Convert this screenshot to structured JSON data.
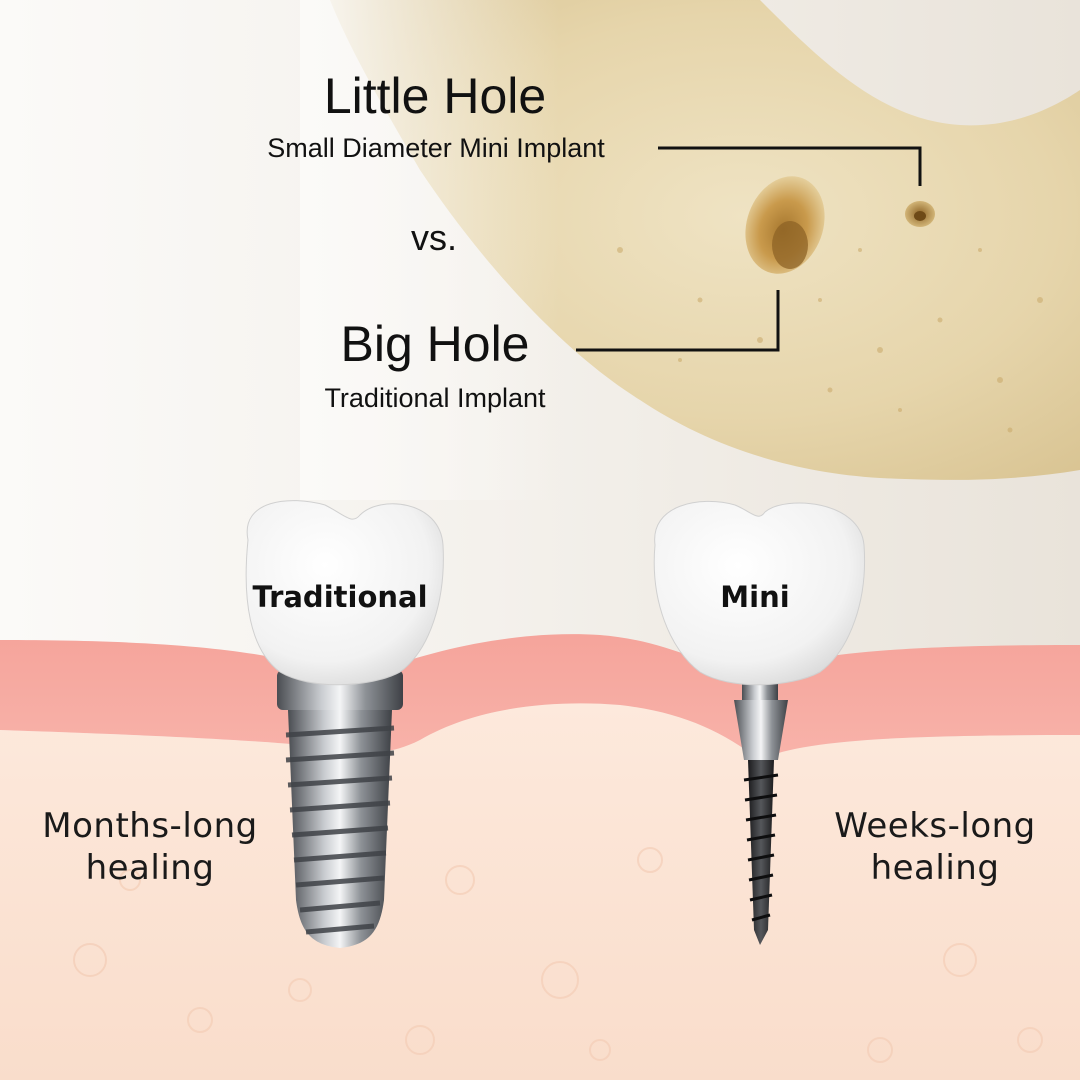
{
  "top": {
    "little_hole_title": "Little Hole",
    "little_hole_subtitle": "Small Diameter Mini Implant",
    "vs": "vs.",
    "big_hole_title": "Big Hole",
    "big_hole_subtitle": "Traditional Implant"
  },
  "implants": {
    "traditional": {
      "label": "Traditional",
      "healing_line1": "Months-long",
      "healing_line2": "healing"
    },
    "mini": {
      "label": "Mini",
      "healing_line1": "Weeks-long",
      "healing_line2": "healing"
    }
  },
  "colors": {
    "gum": "#f6a29b",
    "bone_tissue": "#fbe9dc",
    "jawbone": "#eadcb8",
    "crown": "#ffffff",
    "leader_line": "#111111"
  }
}
